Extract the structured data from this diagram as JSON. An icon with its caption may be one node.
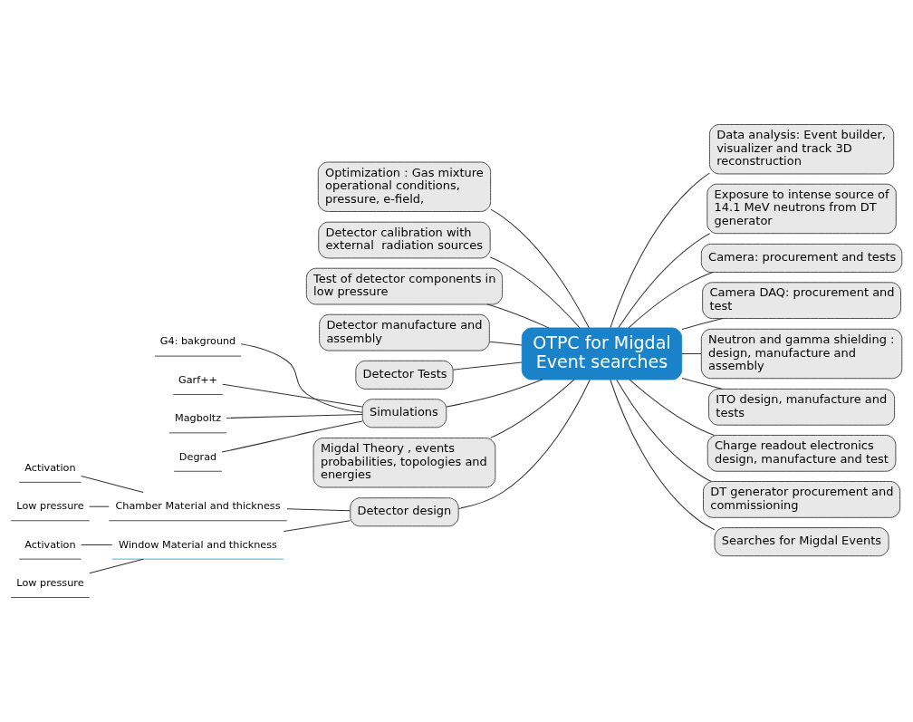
{
  "diagram": {
    "nodes": [
      {
        "text": [
          "OTPC for Migdal Event searches"
        ]
      },
      {
        "text": [
          "Optimization : Gas mixture operational conditions, pressure, e-field,"
        ]
      },
      {
        "text": [
          "Detector calibration with external  radiation sources"
        ]
      },
      {
        "text": [
          "Test of detector components in low pressure"
        ]
      },
      {
        "text": [
          "Detector manufacture and assembly"
        ]
      },
      {
        "text": [
          "Detector Tests"
        ]
      },
      {
        "text": [
          "Simulations"
        ]
      },
      {
        "text": [
          "G4: bakground"
        ]
      },
      {
        "text": [
          "Garf++"
        ]
      },
      {
        "text": [
          "Magboltz"
        ]
      },
      {
        "text": [
          "Degrad"
        ]
      },
      {
        "text": [
          "Migdal Theory , events probabilities, topologies and energies"
        ]
      },
      {
        "text": [
          "Detector design"
        ]
      },
      {
        "text": [
          "Chamber Material and thickness"
        ]
      },
      {
        "text": [
          "Activation"
        ]
      },
      {
        "text": [
          "Low pressure"
        ]
      },
      {
        "text": [
          "Window Material and thickness"
        ]
      },
      {
        "text": [
          "Activation"
        ]
      },
      {
        "text": [
          "Low pressure"
        ]
      },
      {
        "text": [
          "Data analysis: Event builder, visualizer and track 3D reconstruction"
        ]
      },
      {
        "text": [
          "Exposure to intense source of 14.1 MeV neutrons from DT generator"
        ]
      },
      {
        "text": [
          "Camera: procurement and tests"
        ]
      },
      {
        "text": [
          "Camera DAQ: procurement and test"
        ]
      },
      {
        "text": [
          "Neutron and gamma shielding : design, manufacture and assembly"
        ]
      },
      {
        "text": [
          "ITO design, manufacture and tests"
        ]
      },
      {
        "text": [
          "Charge readout electronics design, manufacture and test"
        ]
      },
      {
        "text": [
          "DT generator procurement and commissioning"
        ]
      },
      {
        "text": [
          "Searches for Migdal Events"
        ]
      }
    ],
    "edges": [
      {
        "from": 0,
        "to": 1,
        "arrow": "none"
      },
      {
        "from": 0,
        "to": 2,
        "arrow": "none"
      },
      {
        "from": 0,
        "to": 3,
        "arrow": "none"
      },
      {
        "from": 0,
        "to": 4,
        "arrow": "none"
      },
      {
        "from": 0,
        "to": 5,
        "arrow": "none"
      },
      {
        "from": 0,
        "to": 6,
        "arrow": "none"
      },
      {
        "from": 6,
        "to": 7,
        "arrow": "none"
      },
      {
        "from": 6,
        "to": 8,
        "arrow": "none"
      },
      {
        "from": 6,
        "to": 9,
        "arrow": "none"
      },
      {
        "from": 6,
        "to": 10,
        "arrow": "none"
      },
      {
        "from": 0,
        "to": 11,
        "arrow": "none"
      },
      {
        "from": 0,
        "to": 12,
        "arrow": "none"
      },
      {
        "from": 12,
        "to": 13,
        "arrow": "none"
      },
      {
        "from": 13,
        "to": 14,
        "arrow": "none"
      },
      {
        "from": 13,
        "to": 15,
        "arrow": "none"
      },
      {
        "from": 12,
        "to": 16,
        "arrow": "none"
      },
      {
        "from": 16,
        "to": 17,
        "arrow": "none"
      },
      {
        "from": 16,
        "to": 18,
        "arrow": "none"
      },
      {
        "from": 0,
        "to": 19,
        "arrow": "none"
      },
      {
        "from": 0,
        "to": 20,
        "arrow": "none"
      },
      {
        "from": 0,
        "to": 21,
        "arrow": "none"
      },
      {
        "from": 0,
        "to": 22,
        "arrow": "none"
      },
      {
        "from": 0,
        "to": 23,
        "arrow": "none"
      },
      {
        "from": 0,
        "to": 24,
        "arrow": "none"
      },
      {
        "from": 0,
        "to": 25,
        "arrow": "none"
      },
      {
        "from": 0,
        "to": 26,
        "arrow": "none"
      },
      {
        "from": 0,
        "to": 27,
        "arrow": "none"
      }
    ]
  }
}
